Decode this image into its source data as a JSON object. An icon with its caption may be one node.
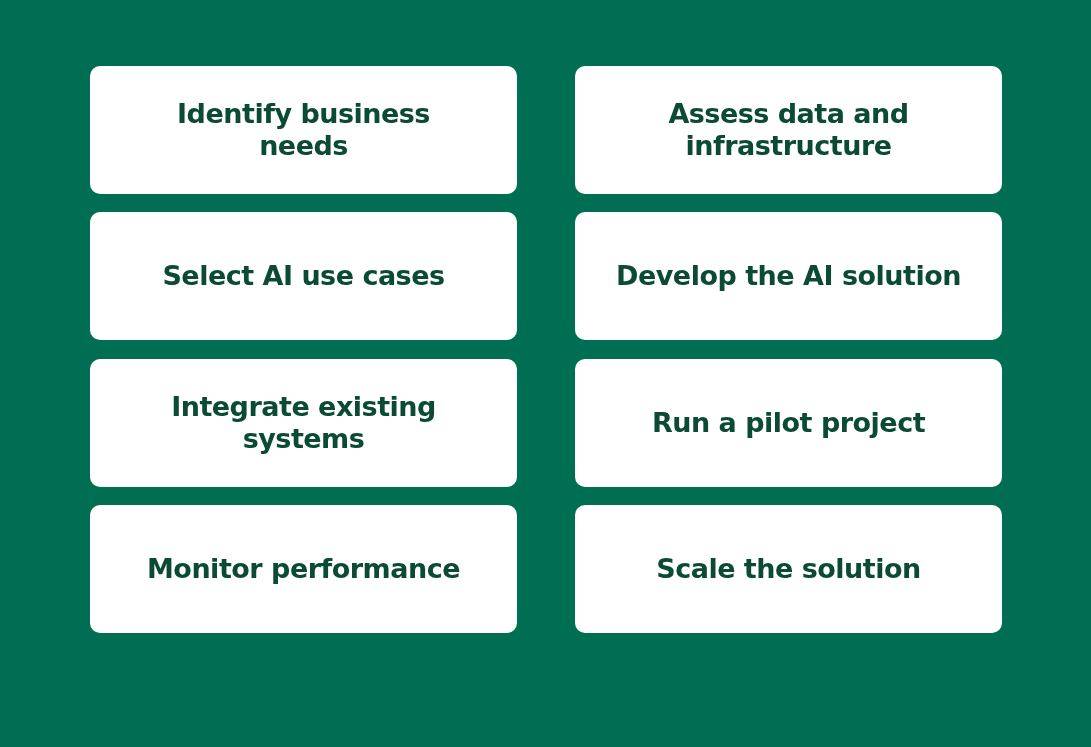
{
  "diagram": {
    "nodes": [
      {
        "text": [
          "Identify business needs"
        ]
      },
      {
        "text": [
          "Assess data and infrastructure"
        ]
      },
      {
        "text": [
          "Select AI use cases"
        ]
      },
      {
        "text": [
          "Develop the AI solution"
        ]
      },
      {
        "text": [
          "Integrate existing systems"
        ]
      },
      {
        "text": [
          "Run a pilot project"
        ]
      },
      {
        "text": [
          "Monitor performance"
        ]
      },
      {
        "text": [
          "Scale the solution"
        ]
      }
    ]
  }
}
